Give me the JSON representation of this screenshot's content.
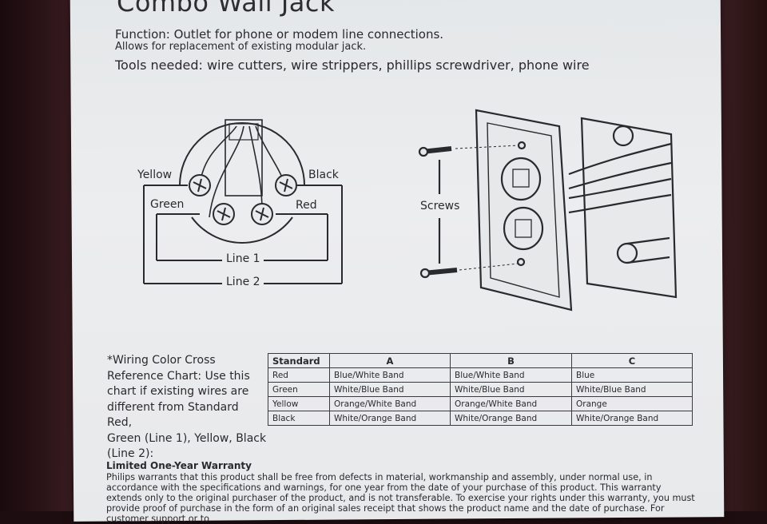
{
  "document": {
    "title": "Combo Wall Jack",
    "function_line1": "Function: Outlet for phone or modem line connections.",
    "function_line2": "Allows for replacement of existing modular jack.",
    "tools": "Tools needed:  wire cutters, wire strippers, phillips screwdriver, phone wire"
  },
  "wiring_diagram": {
    "yellow": "Yellow",
    "black": "Black",
    "green": "Green",
    "red": "Red",
    "line1": "Line 1",
    "line2": "Line 2"
  },
  "install_diagram": {
    "screws": "Screws"
  },
  "cross_reference": {
    "note": "*Wiring Color Cross\nReference Chart: Use this\nchart if existing wires are\ndifferent from Standard Red,\nGreen (Line 1), Yellow, Black\n(Line 2):",
    "headers": [
      "Standard",
      "A",
      "B",
      "C"
    ],
    "rows": [
      [
        "Red",
        "Blue/White Band",
        "Blue/White Band",
        "Blue"
      ],
      [
        "Green",
        "White/Blue Band",
        "White/Blue Band",
        "White/Blue Band"
      ],
      [
        "Yellow",
        "Orange/White Band",
        "Orange/White Band",
        "Orange"
      ],
      [
        "Black",
        "White/Orange Band",
        "White/Orange Band",
        "White/Orange Band"
      ]
    ]
  },
  "warranty": {
    "heading": "Limited One-Year Warranty",
    "body": "Philips warrants that this product shall be free from defects in material, workmanship and assembly, under normal use, in accordance with the specifications and warnings, for one year from the date of your purchase of this product. This warranty extends only to the original purchaser of the product, and is not transferable. To exercise your rights under this warranty, you must provide proof of purchase in the form of an original sales receipt that shows the product name and the date of purchase. For customer support or to"
  }
}
